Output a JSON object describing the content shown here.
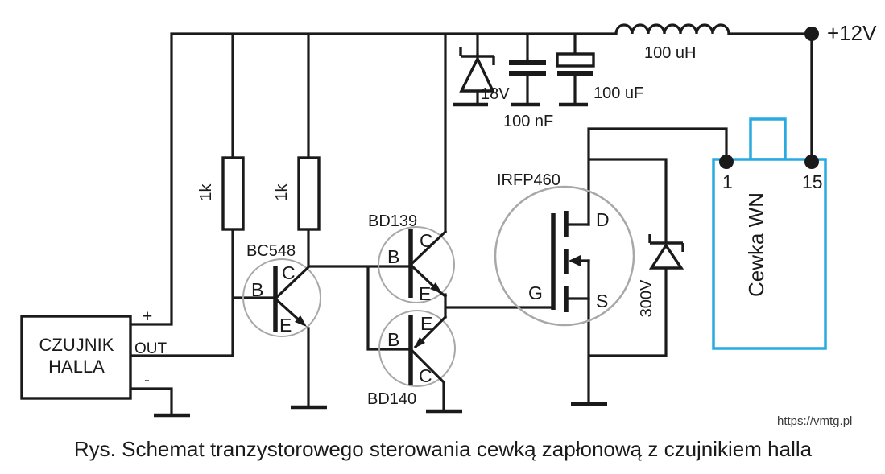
{
  "colors": {
    "wire": "#1a1a1a",
    "transistor_circle": "#a8a8a8",
    "coil_box_blue": "#29abe2"
  },
  "hall_sensor": {
    "name_line1": "CZUJNIK",
    "name_line2": "HALLA",
    "pin_plus": "+",
    "pin_out": "OUT",
    "pin_minus": "-"
  },
  "resistors": {
    "r1": "1k",
    "r2": "1k"
  },
  "transistors": {
    "q1": "BC548",
    "q2": "BD139",
    "q3": "BD140",
    "mosfet": "IRFP460",
    "terminal_b": "B",
    "terminal_c": "C",
    "terminal_e": "E",
    "terminal_g": "G",
    "terminal_d": "D",
    "terminal_s": "S"
  },
  "diodes": {
    "zener_supply": "18V",
    "zener_coil": "300V"
  },
  "capacitors": {
    "c_film": "100 nF",
    "c_electrolytic": "100 uF"
  },
  "inductor": {
    "value": "100 uH"
  },
  "supply": {
    "label": "+12V"
  },
  "ignition_coil": {
    "name": "Cewka WN",
    "pin_low": "1",
    "pin_supply": "15"
  },
  "caption": "Rys. Schemat tranzystorowego sterowania cewką zapłonową z czujnikiem halla",
  "url": "https://vmtg.pl"
}
